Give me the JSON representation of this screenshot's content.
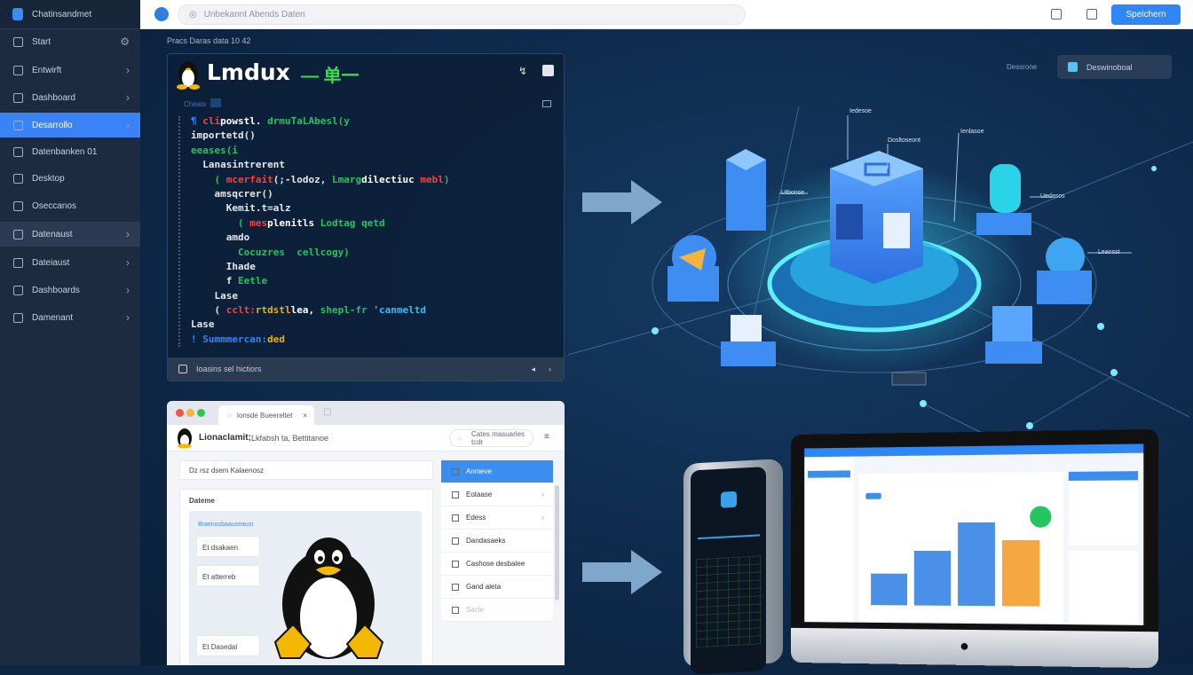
{
  "sidebar": {
    "app_name": "Chatinsandmet",
    "items": [
      {
        "label": "Start",
        "icon": "home-icon",
        "trail": "gear"
      },
      {
        "label": "Entwirft",
        "icon": "document-icon",
        "trail": "chevron"
      },
      {
        "label": "Dashboard",
        "icon": "image-icon",
        "trail": "chevron"
      },
      {
        "label": "Desarrollo",
        "icon": "code-icon",
        "trail": "chevron",
        "active": true
      },
      {
        "label": "Datenbanken 01",
        "icon": "database-icon",
        "trail": ""
      },
      {
        "label": "Desktop",
        "icon": "monitor-icon",
        "trail": ""
      },
      {
        "label": "Oseccanos",
        "icon": "folder-icon",
        "trail": ""
      },
      {
        "label": "Datenaust",
        "icon": "terminal-icon",
        "trail": "chevron",
        "highlighted": true
      },
      {
        "label": "Dateiaust",
        "icon": "grid-icon",
        "trail": "chevron"
      },
      {
        "label": "Dashboards",
        "icon": "chart-icon",
        "trail": "chevron"
      },
      {
        "label": "Damenant",
        "icon": "archive-icon",
        "trail": "chevron"
      }
    ]
  },
  "topbar": {
    "search_placeholder": "Unbekannt Abends Daten",
    "button_label": "Speichern"
  },
  "breadcrumb": "Pracs Daras data 10 42",
  "code_panel": {
    "title": "Lmdux",
    "subtitle": "— 单一",
    "tab": "Cheats",
    "footer": "Ioasins sel hictiors",
    "lines": [
      [
        [
          "¶ ",
          "#3b82f6"
        ],
        [
          "cli",
          "#ef4444"
        ],
        [
          "powstl. ",
          "#ffffff"
        ],
        [
          "drmuTaLAbesl(y",
          "#22c55e"
        ]
      ],
      [
        [
          "importetd()",
          "#e5e7eb"
        ]
      ],
      [
        [
          "eeases(i",
          "#22c55e"
        ]
      ],
      [
        [
          "  Lanasintrerent",
          "#e5e7eb"
        ]
      ],
      [
        [
          "    ( ",
          "#22c55e"
        ],
        [
          "mcerfait",
          "#ef4444"
        ],
        [
          "(;-lodoz, ",
          "#e5e7eb"
        ],
        [
          "Lmarg",
          "#22c55e"
        ],
        [
          "dilectiuc ",
          "#ffffff"
        ],
        [
          "mebl",
          "#ef4444"
        ],
        [
          ")",
          "#22c55e"
        ]
      ],
      [
        [
          "    amsqcrer()",
          "#e5e7eb"
        ]
      ],
      [
        [
          "      Kemit.t=alz",
          "#e5e7eb"
        ]
      ],
      [
        [
          "        ( ",
          "#22c55e"
        ],
        [
          "mes",
          "#ef4444"
        ],
        [
          "plenitls ",
          "#ffffff"
        ],
        [
          "Lodtag ",
          "#22c55e"
        ],
        [
          "qetd",
          "#22c55e"
        ]
      ],
      [
        [
          "      amdo",
          "#e5e7eb"
        ]
      ],
      [
        [
          "        Cocuzres  cellcogy)",
          "#22c55e"
        ]
      ],
      [
        [
          "      Ihade",
          "#e5e7eb"
        ]
      ],
      [
        [
          "      f ",
          "#e5e7eb"
        ],
        [
          "Eetle",
          "#22c55e"
        ]
      ],
      [
        [
          "    Lase",
          "#e5e7eb"
        ]
      ],
      [
        [
          "    ( ",
          "#e5e7eb"
        ],
        [
          "cclt:",
          "#ef4444"
        ],
        [
          "rtdstl",
          "#eab308"
        ],
        [
          "lea, ",
          "#ffffff"
        ],
        [
          "shepl-fr ",
          "#22c55e"
        ],
        [
          "'canmeltd",
          "#38bdf8"
        ]
      ],
      [
        [
          "Lase",
          "#e5e7eb"
        ]
      ],
      [
        [
          "! ",
          "#3b82f6"
        ],
        [
          "Summmercan:",
          "#3b82f6"
        ],
        [
          "ded",
          "#eab308"
        ]
      ]
    ]
  },
  "app_window": {
    "tab": "Ionsde Bueereltet",
    "title": "Lionaclamit;",
    "subtitle": "Lkfabsh ta, Bettitanoe",
    "search": "Cates masuaries tcdr",
    "field": "Dz rsz dsem Kalaenosz",
    "section": "Dateme",
    "link": "Braenosbaauseaust",
    "inputs": [
      "Et dsakaen",
      "Et atterreb",
      "Et Dasedal"
    ],
    "menu": [
      {
        "label": "Annieve",
        "active": true
      },
      {
        "label": "Eotaase",
        "chevron": true
      },
      {
        "label": "Edess",
        "chevron": true
      },
      {
        "label": "Dandasaeks"
      },
      {
        "label": "Cashose desbalee"
      },
      {
        "label": "Gand aleta"
      },
      {
        "label": "Sacle",
        "disabled": true
      }
    ]
  },
  "diagram": {
    "top_label": "Dessrone",
    "button": "Deswinoboal",
    "labels": [
      "Iedesoe",
      "Dosltoseont",
      "Ienlasoe",
      "Utbonse",
      "Uedasos",
      "Leansst"
    ]
  },
  "monitor": {
    "bars": [
      {
        "value": 30,
        "color": "#4a90e8"
      },
      {
        "value": 52,
        "color": "#4a90e8"
      },
      {
        "value": 78,
        "color": "#4a90e8"
      },
      {
        "value": 62,
        "color": "#f5a742"
      }
    ],
    "badge_color": "#22c55e"
  },
  "colors": {
    "accent": "#3b82f6",
    "background": "#0d2644",
    "code_green": "#22c55e"
  }
}
